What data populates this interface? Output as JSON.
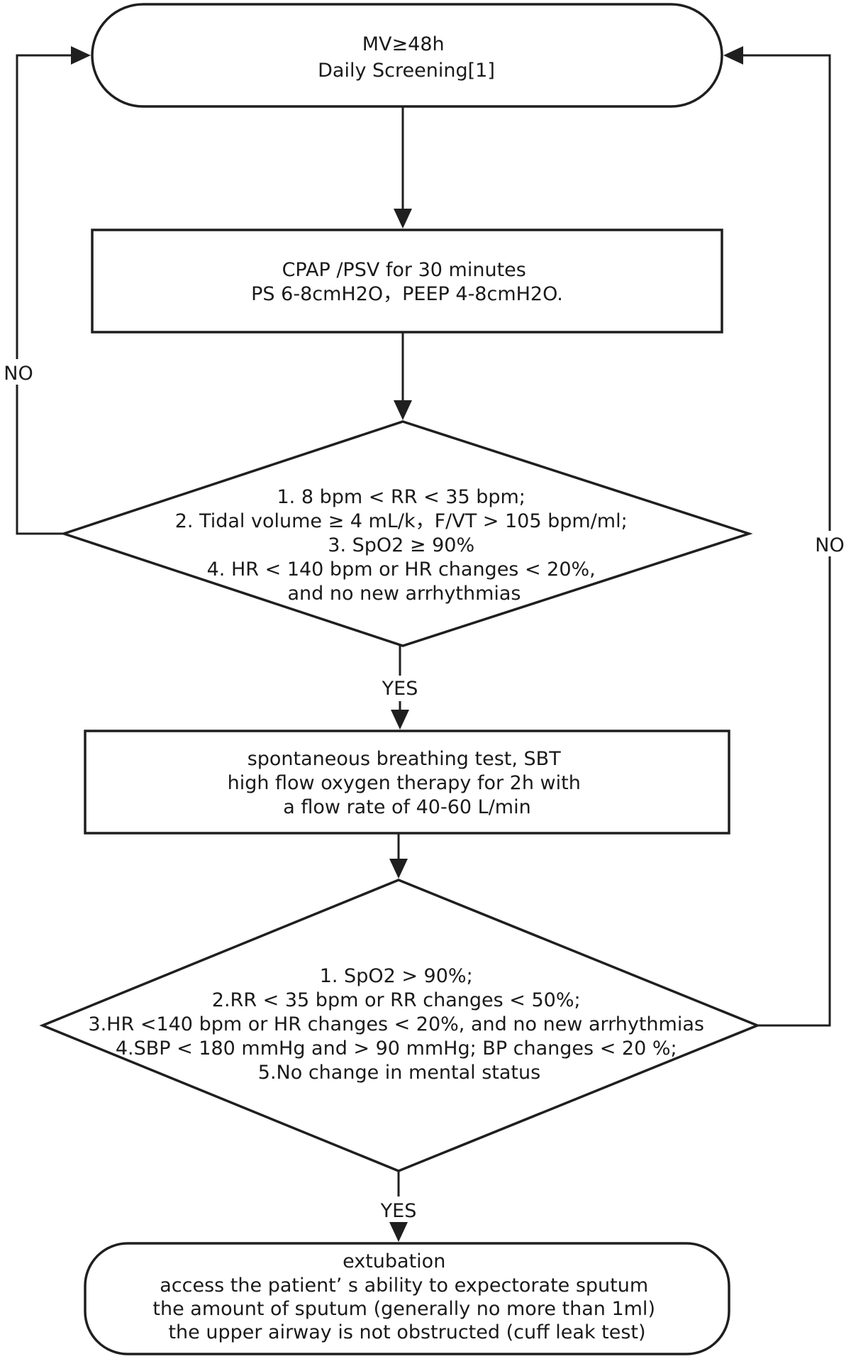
{
  "start_node": {
    "lines": [
      "MV≥48h",
      "Daily Screening[1]"
    ]
  },
  "cpap_node": {
    "lines": [
      "CPAP /PSV for 30 minutes",
      "PS 6-8cmH2O，PEEP 4-8cmH2O."
    ]
  },
  "decision_1": {
    "lines": [
      "1. 8 bpm < RR < 35 bpm;",
      "2. Tidal volume ≥ 4 mL/k，F/VT > 105 bpm/ml;",
      "3. SpO2 ≥ 90%",
      "4. HR < 140 bpm or HR changes < 20%,",
      "and no new arrhythmias"
    ]
  },
  "sbt_node": {
    "lines": [
      "spontaneous breathing test, SBT",
      "high flow oxygen therapy for 2h with",
      "a flow rate of 40-60 L/min"
    ]
  },
  "decision_2": {
    "lines": [
      "1. SpO2 > 90%;",
      "2.RR < 35 bpm or RR changes < 50%;",
      "3.HR <140 bpm or HR changes < 20%, and no new arrhythmias",
      "4.SBP < 180 mmHg and > 90 mmHg; BP changes < 20 %;",
      "5.No change in mental status"
    ]
  },
  "end_node": {
    "lines": [
      "extubation",
      "access the patient’ s ability to expectorate sputum",
      "the amount of sputum (generally no more than 1ml)",
      "the upper airway is not obstructed (cuff leak test)"
    ]
  },
  "edge_labels": {
    "no_left": "NO",
    "no_right": "NO",
    "yes_1": "YES",
    "yes_2": "YES"
  }
}
